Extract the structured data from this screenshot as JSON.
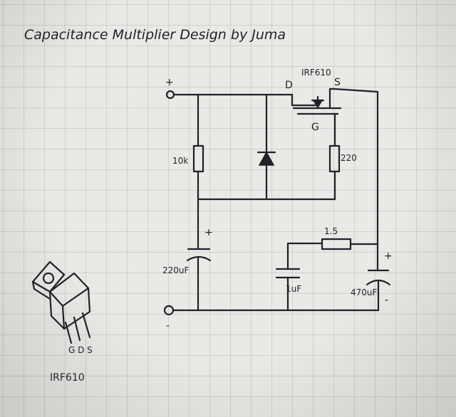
{
  "title": "Capacitance Multiplier   Design by Juma",
  "labels": {
    "plus_top": "+",
    "minus_bottom": "-",
    "drain": "D",
    "mosfet": "IRF610",
    "source": "S",
    "gate": "G",
    "r1": "10k",
    "r2": "220",
    "c1_plus": "+",
    "c1": "220uF",
    "r3": "1.5",
    "c2": "1uF",
    "c3_plus": "+",
    "c3": "470uF",
    "c3_minus": "-",
    "pinout": "G D S",
    "part": "IRF610"
  },
  "colors": {
    "ink": "#1f2127",
    "paper": "#e9e9e6"
  }
}
